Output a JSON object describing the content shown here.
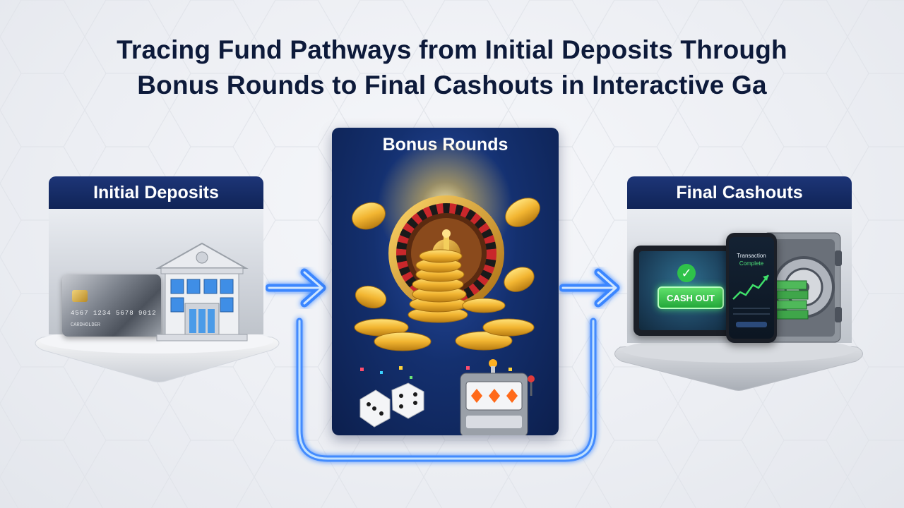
{
  "title_line1": "Tracing Fund Pathways from Initial Deposits Through",
  "title_line2": "Bonus Rounds to Final Cashouts in Interactive Ga",
  "stages": {
    "initial": {
      "header": "Initial Deposits",
      "card_number": "4567 1234 5678 9012",
      "card_name": "CARDHOLDER"
    },
    "bonus": {
      "header": "Bonus Rounds"
    },
    "final": {
      "header": "Final Cashouts",
      "cash_out_label": "CASH OUT",
      "phone_line1": "Transaction",
      "phone_line2": "Complete"
    }
  },
  "colors": {
    "navy": "#13296a",
    "title": "#0d1a3a",
    "flow_blue": "#2f7dff",
    "gold": "#f2b531",
    "green": "#2fc24a"
  },
  "icons": [
    "credit-card-icon",
    "bank-building-icon",
    "roulette-wheel-icon",
    "gold-coins-icon",
    "dice-icon",
    "slot-machine-icon",
    "tablet-icon",
    "check-icon",
    "smartphone-icon",
    "vault-icon",
    "cash-icon",
    "arrow-right-icon"
  ]
}
